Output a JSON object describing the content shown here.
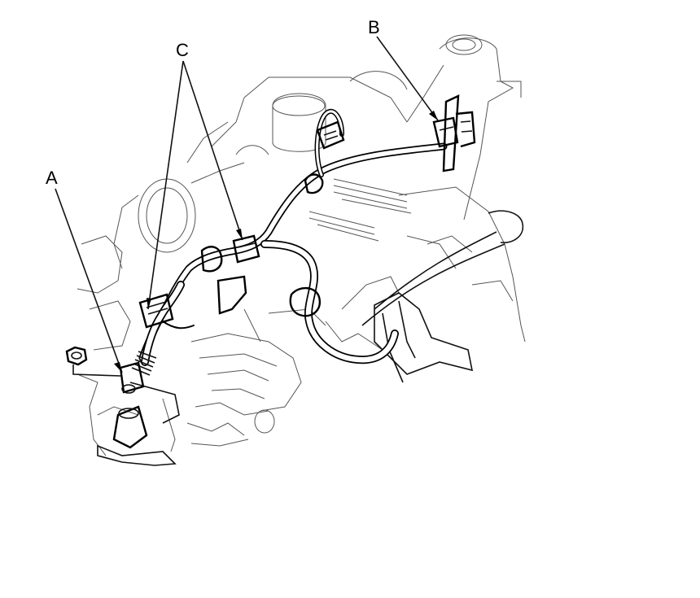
{
  "diagram": {
    "callouts": [
      {
        "id": "A",
        "label": "A"
      },
      {
        "id": "B",
        "label": "B"
      },
      {
        "id": "C",
        "label": "C"
      }
    ],
    "colors": {
      "line": "#000000",
      "background_linework": "#555555",
      "background": "#ffffff"
    }
  }
}
